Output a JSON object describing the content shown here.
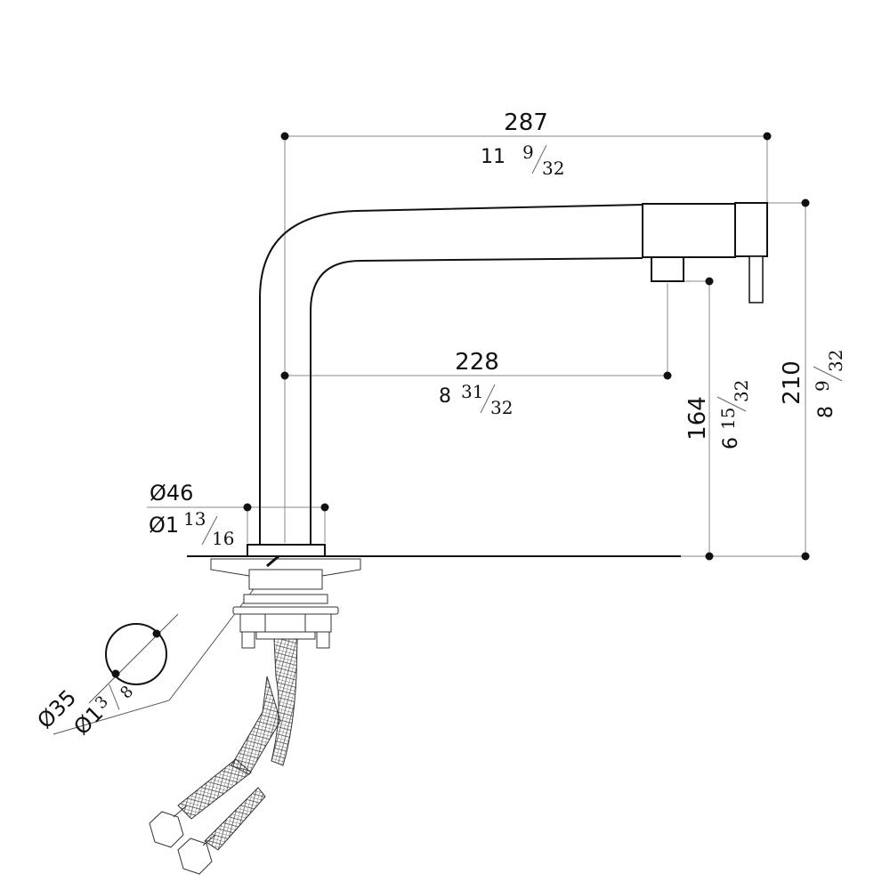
{
  "title": "Faucet dimension drawing",
  "colors": {
    "line": "#111111",
    "dimension": "#888888"
  },
  "dimensions": {
    "overall_reach": {
      "metric": "287",
      "inch_whole": "11",
      "inch_num": "9",
      "inch_den": "32"
    },
    "spout_reach": {
      "metric": "228",
      "inch_whole": "8",
      "inch_num": "31",
      "inch_den": "32"
    },
    "spout_height": {
      "metric": "164",
      "inch_whole": "6",
      "inch_num": "15",
      "inch_den": "32"
    },
    "overall_height": {
      "metric": "210",
      "inch_whole": "8",
      "inch_num": "9",
      "inch_den": "32"
    },
    "base_diameter": {
      "metric": "Ø46",
      "inch_whole": "Ø1",
      "inch_num": "13",
      "inch_den": "16"
    },
    "hole_diameter": {
      "metric": "Ø35",
      "inch_whole": "Ø1",
      "inch_num": "3",
      "inch_den": "8"
    }
  }
}
